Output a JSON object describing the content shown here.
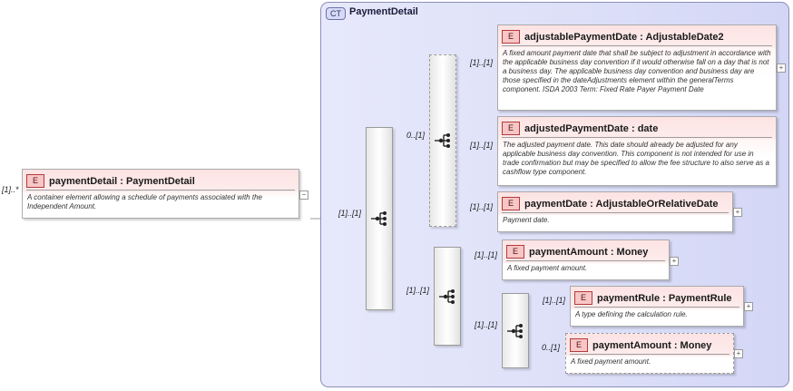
{
  "root": {
    "cardinality": "[1]..*",
    "name": "paymentDetail : PaymentDetail",
    "description": "A container element allowing a schedule of payments associated with the Independent Amount.",
    "badge": "E",
    "expander": "−"
  },
  "complex_type": {
    "badge": "CT",
    "name": "PaymentDetail"
  },
  "sequences": {
    "outer": {
      "cardinality": "[1]..[1]"
    },
    "choice_a": {
      "cardinality": "0..[1]"
    },
    "choice_b": {
      "cardinality": "[1]..[1]"
    },
    "inner": {
      "cardinality": "[1]..[1]"
    }
  },
  "elements": [
    {
      "badge": "E",
      "name": "adjustablePaymentDate : AdjustableDate2",
      "cardinality": "[1]..[1]",
      "description": "A fixed amount payment date that shall be subject to adjustment in accordance with the applicable business day convention if it would otherwise fall on a day that is not a business day. The applicable business day convention and business day are those specified in the dateAdjustments element within the generalTerms component. ISDA 2003 Term: Fixed Rate Payer Payment Date",
      "expander": "+"
    },
    {
      "badge": "E",
      "name": "adjustedPaymentDate : date",
      "cardinality": "[1]..[1]",
      "description": "The adjusted payment date. This date should already be adjusted for any applicable business day convention. This component is not intended for use in trade confirmation but may be specified to allow the fee structure to also serve as a cashflow type component."
    },
    {
      "badge": "E",
      "name": "paymentDate : AdjustableOrRelativeDate",
      "cardinality": "[1]..[1]",
      "description": "Payment date.",
      "expander": "+"
    },
    {
      "badge": "E",
      "name": "paymentAmount : Money",
      "cardinality": "[1]..[1]",
      "description": "A fixed payment amount.",
      "expander": "+"
    },
    {
      "badge": "E",
      "name": "paymentRule : PaymentRule",
      "cardinality": "[1]..[1]",
      "description": "A type defining the calculation rule.",
      "expander": "+"
    },
    {
      "badge": "E",
      "name": "paymentAmount : Money",
      "cardinality": "0..[1]",
      "description": "A fixed payment amount.",
      "expander": "+"
    }
  ],
  "colors": {
    "panel": "#dcdff8",
    "element_header": "#fde3e3",
    "element_badge": "#f7c6c6",
    "connector": "#9a9a9a"
  },
  "icons": {
    "sequence": "sequence-compositor-icon",
    "expander_plus": "plus-expander-icon",
    "expander_minus": "minus-expander-icon"
  }
}
